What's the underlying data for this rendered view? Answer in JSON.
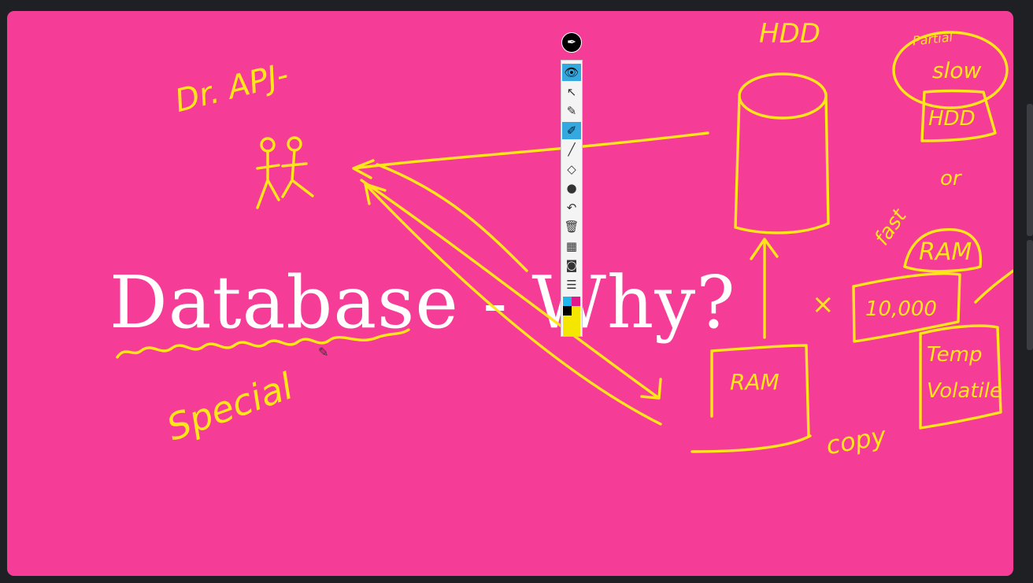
{
  "slide": {
    "title": "Database - Why?"
  },
  "annotations": {
    "apj": "Dr. APJ-",
    "special": "Special",
    "hdd_top": "HDD",
    "ram_box": "RAM",
    "copy": "copy",
    "partial": "Partial",
    "slow": "slow",
    "hdd_small": "HDD",
    "or": "or",
    "fast": "fast",
    "ram_small": "RAM",
    "x_mark": "×",
    "count": "10,000",
    "temp": "Temp",
    "volatile": "Volatile"
  },
  "toolbar": {
    "pen_icon": "pen-icon",
    "tools": [
      {
        "name": "view-tool",
        "glyph": "👁",
        "active": true
      },
      {
        "name": "select-tool",
        "glyph": "↖",
        "active": false
      },
      {
        "name": "pen-off-tool",
        "glyph": "✎",
        "active": false
      },
      {
        "name": "highlighter-tool",
        "glyph": "✐",
        "active": true
      },
      {
        "name": "line-tool",
        "glyph": "╱",
        "active": false
      },
      {
        "name": "eraser-tool",
        "glyph": "◇",
        "active": false
      },
      {
        "name": "dot-tool",
        "glyph": "●",
        "active": false
      },
      {
        "name": "undo-tool",
        "glyph": "↶",
        "active": false
      },
      {
        "name": "trash-tool",
        "glyph": "🗑",
        "active": false
      },
      {
        "name": "board-tool",
        "glyph": "▦",
        "active": false
      },
      {
        "name": "camera-tool",
        "glyph": "◙",
        "active": false
      },
      {
        "name": "notes-tool",
        "glyph": "☰",
        "active": false
      }
    ],
    "swatch_colors": [
      "#1fb6f0",
      "#e01a8a",
      "#000000",
      "#f5e600"
    ]
  },
  "colors": {
    "background": "#f53d97",
    "ink": "#ffe61a",
    "title": "#ffffff"
  }
}
